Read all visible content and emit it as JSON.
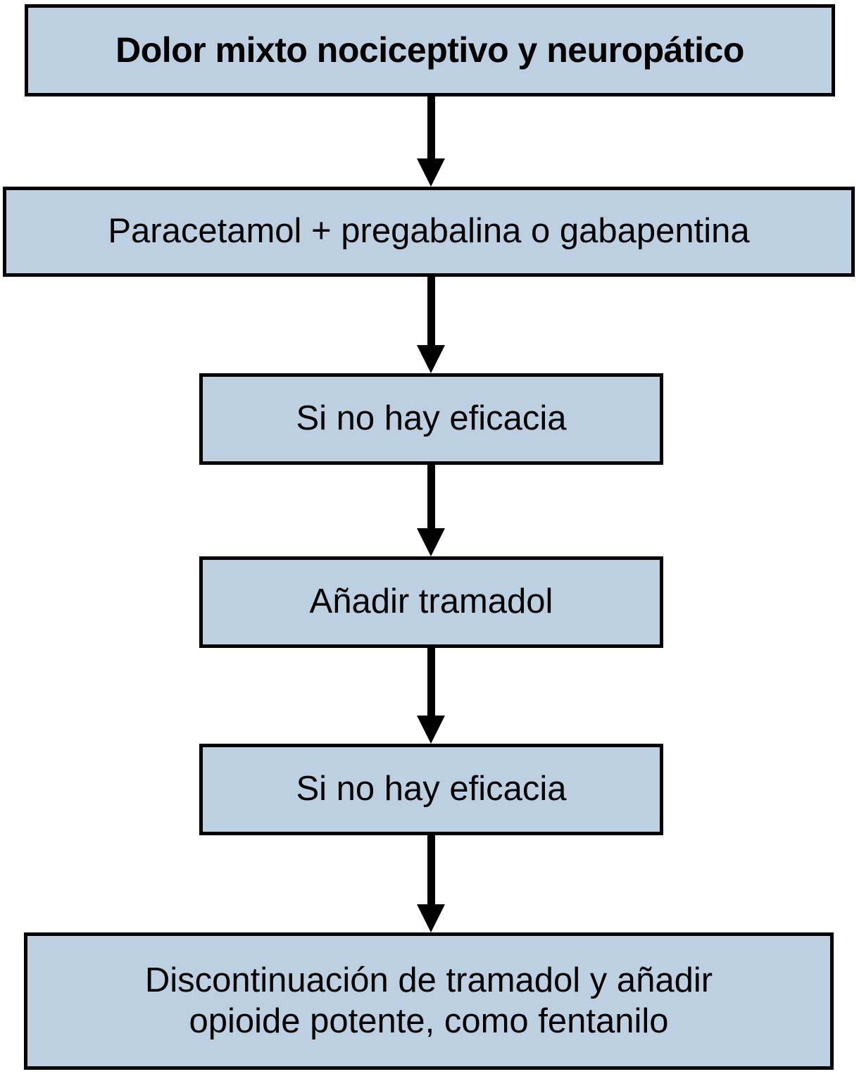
{
  "diagram": {
    "title_text": "Dolor mixto nociceptivo y neuropatico",
    "language": "es",
    "palette": {
      "node_fill": "#bdd0e1",
      "node_border": "#000000",
      "text": "#000000",
      "background": "#ffffff",
      "arrow": "#000000"
    },
    "nodes": [
      {
        "id": "start",
        "label": "Dolor mixto nociceptivo y neuropático",
        "emphasis": "bold"
      },
      {
        "id": "step1",
        "label": "Paracetamol + pregabalina o gabapentina",
        "emphasis": "normal"
      },
      {
        "id": "check1",
        "label": "Si no hay eficacia",
        "emphasis": "normal"
      },
      {
        "id": "step2",
        "label": "Añadir tramadol",
        "emphasis": "normal"
      },
      {
        "id": "check2",
        "label": "Si no hay eficacia",
        "emphasis": "normal"
      },
      {
        "id": "final",
        "label": "Discontinuación de tramadol y añadir\nopioide potente, como fentanilo",
        "emphasis": "normal"
      }
    ],
    "connectors": [
      {
        "id": "start-to-step1",
        "from": "start",
        "to": "step1",
        "kind": "arrow-down"
      },
      {
        "id": "step1-to-check1",
        "from": "step1",
        "to": "check1",
        "kind": "arrow-down"
      },
      {
        "id": "check1-to-step2",
        "from": "check1",
        "to": "step2",
        "kind": "arrow-down"
      },
      {
        "id": "step2-to-check2",
        "from": "step2",
        "to": "check2",
        "kind": "arrow-down"
      },
      {
        "id": "check2-to-final",
        "from": "check2",
        "to": "final",
        "kind": "arrow-down"
      }
    ]
  }
}
